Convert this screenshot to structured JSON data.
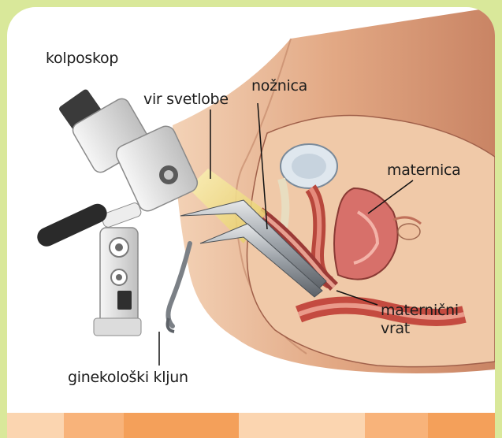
{
  "labels": {
    "colposcope": "kolposkop",
    "light_source": "vir svetlobe",
    "vagina": "nožnica",
    "uterus": "maternica",
    "cervix_line1": "maternični",
    "cervix_line2": "vrat",
    "speculum": "ginekološki kljun"
  },
  "colors": {
    "border": "#d9e89a",
    "stripe_light": "#fbd5b0",
    "stripe_mid": "#f8b37a",
    "stripe_orange": "#f4a05a",
    "skin": "#e8b48e",
    "tissue": "#c85a4a",
    "light_beam": "#f2e27a"
  }
}
